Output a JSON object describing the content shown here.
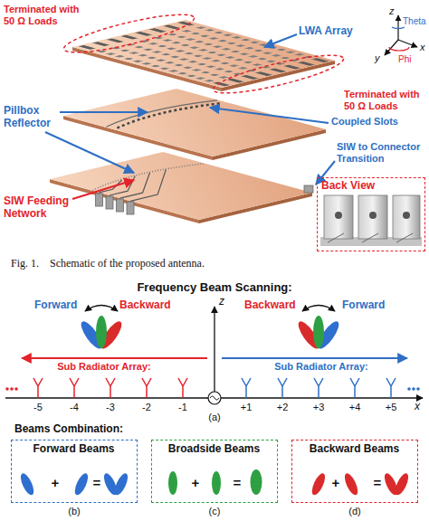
{
  "diagram": {
    "caption": "Fig. 1.    Schematic of the proposed antenna.",
    "nodes": [
      {
        "text": [
          "Back View"
        ]
      },
      {
        "text": [
          "Forward Beams",
          "+",
          "="
        ]
      },
      {
        "text": [
          "Broadside Beams",
          "+",
          "="
        ]
      },
      {
        "text": [
          "Backward Beams",
          "+",
          "="
        ]
      }
    ],
    "labels": [
      "Terminated with 50 Ω Loads",
      "LWA Array",
      "Terminated with 50 Ω Loads",
      "z",
      "Theta",
      "x",
      "Phi",
      "y",
      "Pillbox Reflector",
      "Coupled Slots",
      "SIW to Connector Transition",
      "SIW Feeding Network",
      "Frequency Beam Scanning:",
      "Forward",
      "Backward",
      "Backward",
      "Forward",
      "z",
      "Sub Radiator Array:",
      "Sub Radiator Array:",
      "-5",
      "-4",
      "-3",
      "-2",
      "-1",
      "+1",
      "+2",
      "+3",
      "+4",
      "+5",
      "x",
      "(a)",
      "Beams Combination:",
      "(b)",
      "(c)",
      "(d)"
    ]
  }
}
